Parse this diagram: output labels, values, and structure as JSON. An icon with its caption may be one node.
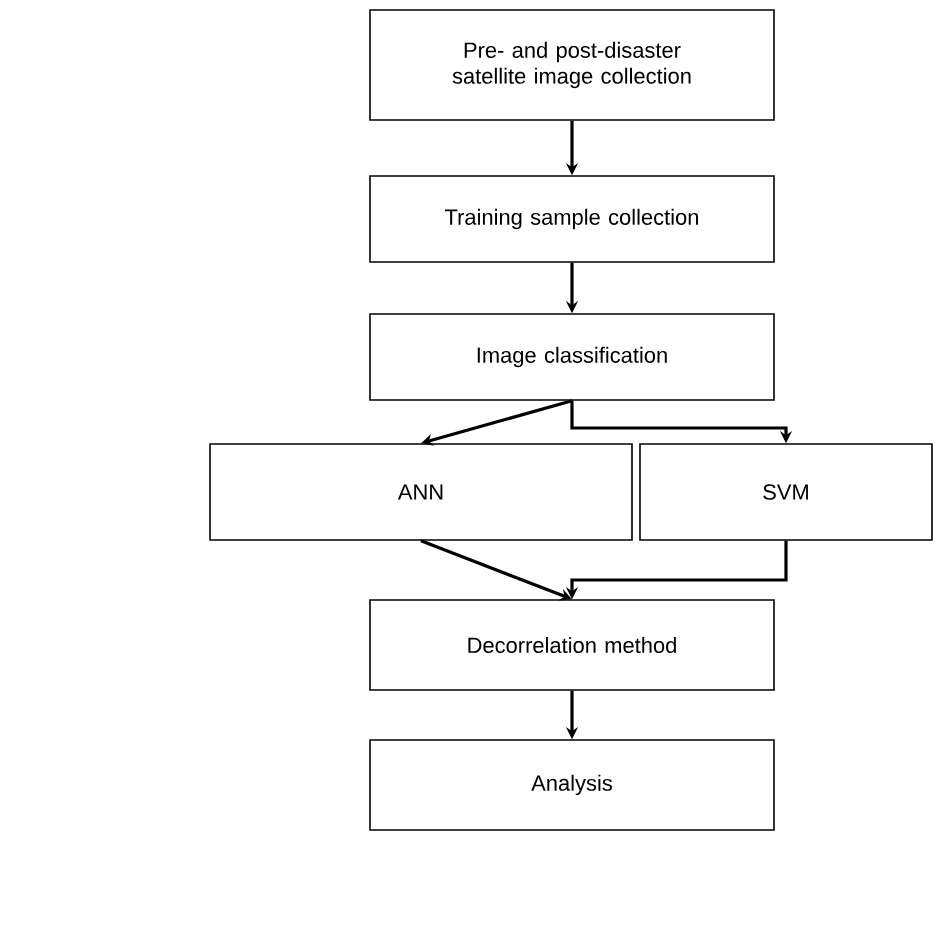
{
  "diagram": {
    "nodes": [
      {
        "text": [
          "Pre- and post-disaster satellite image collection"
        ]
      },
      {
        "text": [
          "Training sample collection"
        ]
      },
      {
        "text": [
          "Image classification"
        ]
      },
      {
        "text": [
          "ANN"
        ]
      },
      {
        "text": [
          "SVM"
        ]
      },
      {
        "text": [
          "Decorrelation method"
        ]
      },
      {
        "text": [
          "Analysis"
        ]
      }
    ],
    "edges": [
      {
        "from": 0,
        "to": 1,
        "arrow": "to"
      },
      {
        "from": 1,
        "to": 2,
        "arrow": "to"
      },
      {
        "from": 2,
        "to": 3,
        "arrow": "to"
      },
      {
        "from": 2,
        "to": 4,
        "arrow": "to"
      },
      {
        "from": 3,
        "to": 5,
        "arrow": "to"
      },
      {
        "from": 4,
        "to": 5,
        "arrow": "to"
      },
      {
        "from": 5,
        "to": 6,
        "arrow": "to"
      }
    ]
  }
}
